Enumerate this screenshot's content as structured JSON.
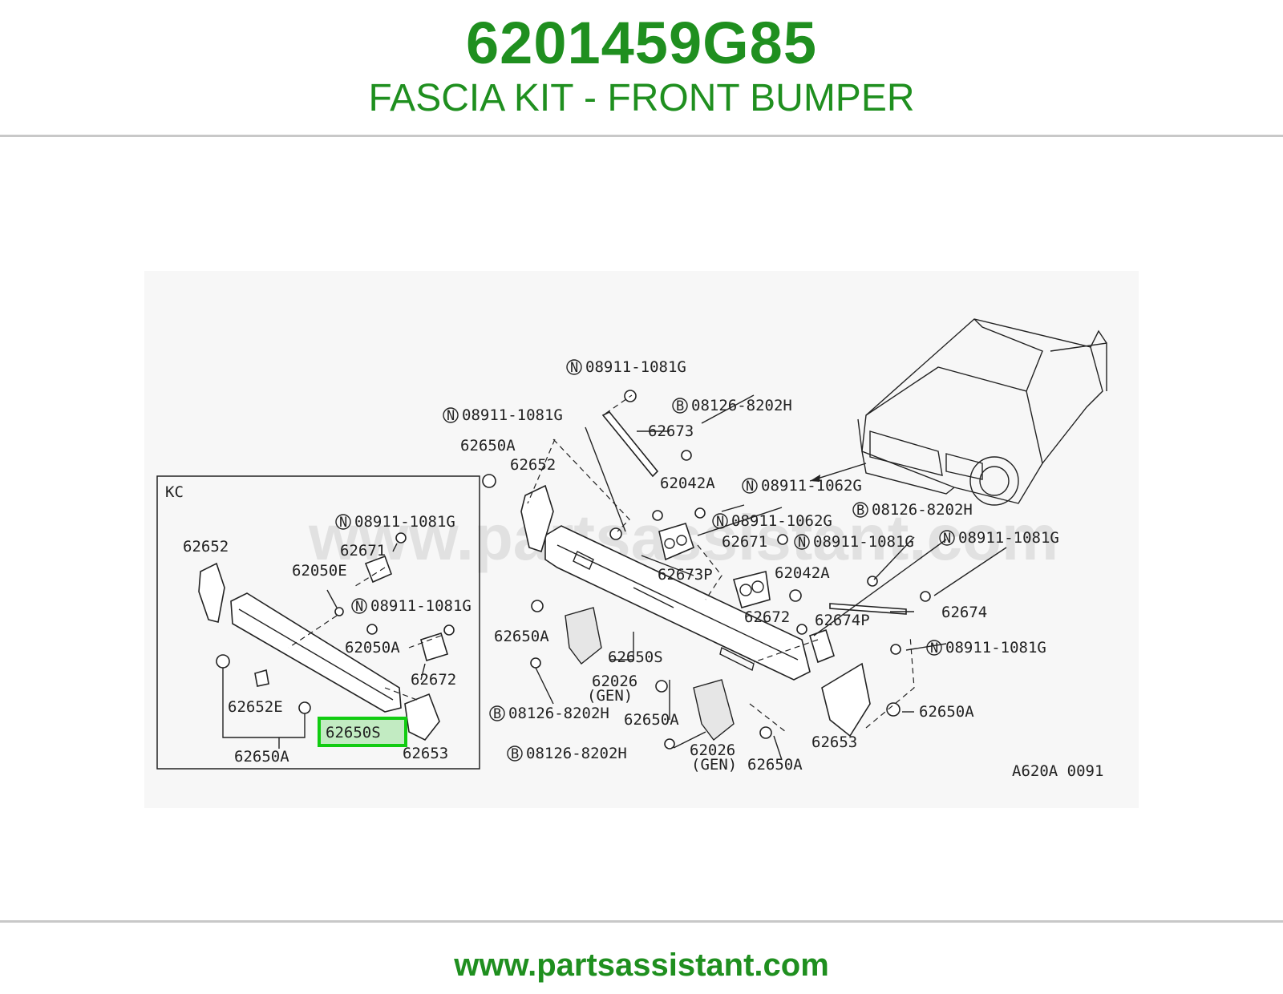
{
  "header": {
    "part_number": "6201459G85",
    "title": "FASCIA KIT - FRONT BUMPER"
  },
  "diagram": {
    "watermark": "www.partsassistant.com",
    "drawing_code": "A620A 0091",
    "inset_label": "KC",
    "highlighted_part": "62650S",
    "labels_main": {
      "n_08911_1081g_top": "08911-1081G",
      "b_08126_8202h_top": "08126-8202H",
      "n_08911_1081g_left": "08911-1081G",
      "p62673": "62673",
      "p62650a_top": "62650A",
      "p62652": "62652",
      "p62042a_top": "62042A",
      "n_08911_1062g_a": "08911-1062G",
      "n_08911_1062g_b": "08911-1062G",
      "b_08126_8202h_right": "08126-8202H",
      "n_08911_1081g_right": "08911-1081G",
      "n_08911_1081g_mid": "08911-1081G",
      "p62671": "62671",
      "p62673p": "62673P",
      "p62042a_mid": "62042A",
      "p62672": "62672",
      "p62674p": "62674P",
      "p62674": "62674",
      "n_08911_1081g_low": "08911-1081G",
      "p62650a_left": "62650A",
      "p62650s": "62650S",
      "p62026_a": "62026",
      "gen_a": "(GEN)",
      "b_08126_8202h_low": "08126-8202H",
      "p62650a_mid": "62650A",
      "p62650a_right": "62650A",
      "p62653": "62653",
      "b_08126_8202h_bottom": "08126-8202H",
      "p62026_b": "62026",
      "gen_b": "(GEN)",
      "p62650a_bottom": "62650A"
    },
    "labels_inset": {
      "p62652": "62652",
      "n_08911_1081g_a": "08911-1081G",
      "p62671": "62671",
      "p62050e": "62050E",
      "n_08911_1081g_b": "08911-1081G",
      "p62050a": "62050A",
      "p62672": "62672",
      "p62652e": "62652E",
      "p62650s": "62650S",
      "p62653": "62653",
      "p62650a": "62650A"
    },
    "circle_prefix_n": "N",
    "circle_prefix_b": "B"
  },
  "footer": {
    "url": "www.partsassistant.com"
  },
  "colors": {
    "brand_green": "#1f8f1f",
    "highlight_green": "#11cc11",
    "rule_gray": "#c8c8c8"
  }
}
